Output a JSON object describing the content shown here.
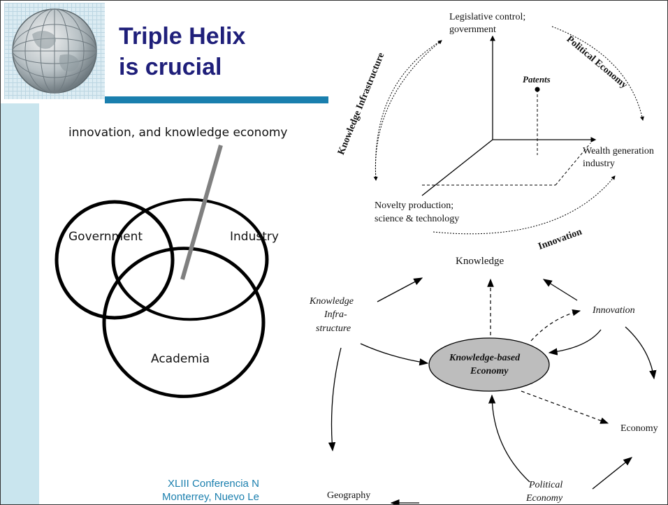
{
  "title": {
    "line1": "Triple Helix",
    "line2": "is crucial"
  },
  "venn": {
    "top_label": "innovation, and knowledge economy",
    "circles": [
      "Government",
      "Industry",
      "Academia"
    ]
  },
  "footer": {
    "line1": "XLIII Conferencia N",
    "line2": "Monterrey, Nuevo Le"
  },
  "diagram_top": {
    "axis_labels": {
      "legislative_line1": "Legislative control;",
      "legislative_line2": "government",
      "wealth_line1": "Wealth generation",
      "wealth_line2": "industry",
      "novelty_line1": "Novelty production;",
      "novelty_line2": "science & technology",
      "patents": "Patents"
    },
    "arc_labels": {
      "political_economy": "Political Economy",
      "knowledge_infrastructure": "Knowledge Infrastructure",
      "innovation": "Innovation"
    }
  },
  "diagram_bottom": {
    "center": {
      "line1": "Knowledge-based",
      "line2": "Economy"
    },
    "nodes": {
      "knowledge": "Knowledge",
      "ki_line1": "Knowledge",
      "ki_line2": "Infra-",
      "ki_line3": "structure",
      "innovation": "Innovation",
      "economy": "Economy",
      "geography": "Geography",
      "pe_line1": "Political",
      "pe_line2": "Economy"
    }
  },
  "colors": {
    "title": "#1f1f7a",
    "accent": "#1a7fae",
    "band": "#c9e5ee",
    "ellipse": "#bdbdbd"
  }
}
